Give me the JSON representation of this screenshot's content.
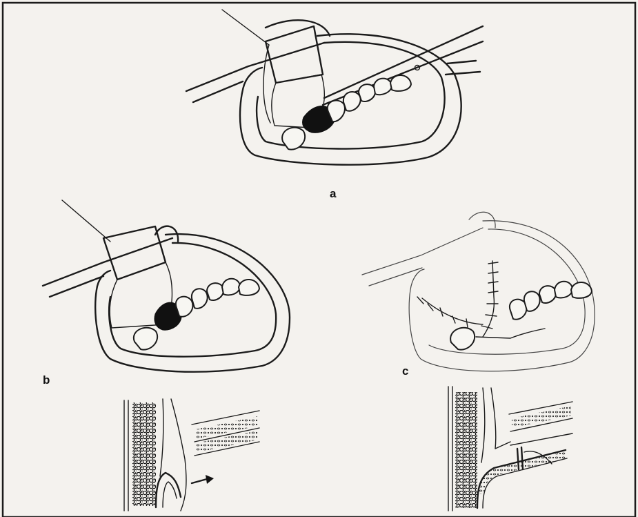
{
  "figure": {
    "panel_labels": {
      "a": "a",
      "b": "b",
      "c": "c"
    },
    "colors": {
      "background": "#f4f2ee",
      "ink": "#1b1b1b",
      "bone_dots": "#222222"
    }
  }
}
